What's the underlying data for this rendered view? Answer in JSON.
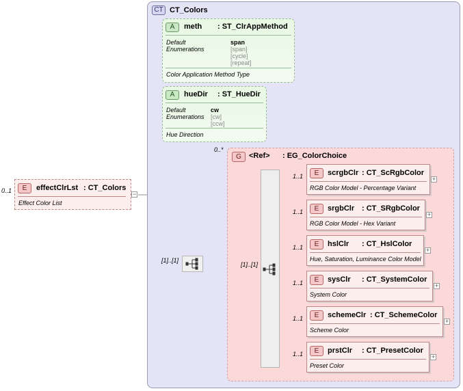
{
  "root": {
    "occurs": "0..1",
    "badge": "E",
    "name": "effectClrLst",
    "type": ": CT_Colors",
    "doc": "Effect Color List"
  },
  "complex_type": {
    "badge": "CT",
    "name": "CT_Colors"
  },
  "attributes": [
    {
      "badge": "A",
      "name": "meth",
      "type": ": ST_ClrAppMethod",
      "default_label": "Default",
      "enum_label": "Enumerations",
      "default_value": "span",
      "enums": [
        "[span]",
        "[cycle]",
        "[repeat]"
      ],
      "doc": "Color Application Method Type"
    },
    {
      "badge": "A",
      "name": "hueDir",
      "type": ": ST_HueDir",
      "default_label": "Default",
      "enum_label": "Enumerations",
      "default_value": "cw",
      "enums": [
        "[cw]",
        "[ccw]"
      ],
      "doc": "Hue Direction"
    }
  ],
  "sequence": {
    "occurs": "[1]..[1]"
  },
  "group": {
    "occurs_outer": "0..*",
    "occurs_inner": "[1]..[1]",
    "badge": "G",
    "ref": "<Ref>",
    "name": ": EG_ColorChoice"
  },
  "children": [
    {
      "occurs": "1..1",
      "badge": "E",
      "name": "scrgbClr",
      "type": ": CT_ScRgbColor",
      "doc": "RGB Color Model - Percentage Variant"
    },
    {
      "occurs": "1..1",
      "badge": "E",
      "name": "srgbClr",
      "type": ": CT_SRgbColor",
      "doc": "RGB Color Model - Hex Variant"
    },
    {
      "occurs": "1..1",
      "badge": "E",
      "name": "hslClr",
      "type": ": CT_HslColor",
      "doc": "Hue, Saturation, Luminance Color Model"
    },
    {
      "occurs": "1..1",
      "badge": "E",
      "name": "sysClr",
      "type": ": CT_SystemColor",
      "doc": "System Color"
    },
    {
      "occurs": "1..1",
      "badge": "E",
      "name": "schemeClr",
      "type": ": CT_SchemeColor",
      "doc": "Scheme Color"
    },
    {
      "occurs": "1..1",
      "badge": "E",
      "name": "prstClr",
      "type": ": CT_PresetColor",
      "doc": "Preset Color"
    }
  ],
  "icons": {
    "expand": "plus-icon",
    "collapse": "minus-icon",
    "sequence": "sequence-icon",
    "choice": "choice-icon"
  },
  "colors": {
    "ct_bg": "#e4e4f6",
    "attr_bg": "#e8f8e4",
    "element_bg": "#fdeeee",
    "group_bg": "#fbd9d9"
  }
}
